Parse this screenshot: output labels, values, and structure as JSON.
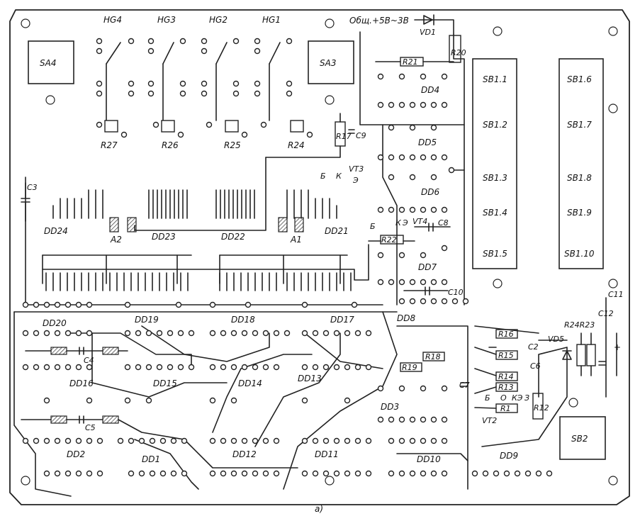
{
  "figure": {
    "caption": "а)",
    "power_label": "Общ.+5В~3В",
    "switch_labels": [
      "SA4",
      "SA3",
      "SB2"
    ],
    "button_labels": [
      "SB1.1",
      "SB1.2",
      "SB1.3",
      "SB1.4",
      "SB1.5",
      "SB1.6",
      "SB1.7",
      "SB1.8",
      "SB1.9",
      "SB1.10"
    ],
    "indicator_labels": [
      "HG4",
      "HG3",
      "HG2",
      "HG1"
    ],
    "chip_labels": [
      {
        "text": "DD1"
      },
      {
        "text": "DD2"
      },
      {
        "text": "DD3"
      },
      {
        "text": "DD4"
      },
      {
        "text": "DD5"
      },
      {
        "text": "DD6"
      },
      {
        "text": "DD7"
      },
      {
        "text": "DD8"
      },
      {
        "text": "DD9"
      },
      {
        "text": "DD10"
      },
      {
        "text": "DD11"
      },
      {
        "text": "DD12"
      },
      {
        "text": "DD13"
      },
      {
        "text": "DD14"
      },
      {
        "text": "DD15"
      },
      {
        "text": "DD16"
      },
      {
        "text": "DD17"
      },
      {
        "text": "DD18"
      },
      {
        "text": "DD19"
      },
      {
        "text": "DD20"
      },
      {
        "text": "DD21"
      },
      {
        "text": "DD22"
      },
      {
        "text": "DD23"
      },
      {
        "text": "DD24"
      }
    ],
    "component_labels": [
      {
        "text": "R27"
      },
      {
        "text": "R26"
      },
      {
        "text": "R25"
      },
      {
        "text": "R24"
      },
      {
        "text": "R21"
      },
      {
        "text": "R22"
      },
      {
        "text": "R18"
      },
      {
        "text": "R19"
      },
      {
        "text": "R16"
      },
      {
        "text": "R15"
      },
      {
        "text": "R14"
      },
      {
        "text": "R13"
      },
      {
        "text": "R1"
      },
      {
        "text": "R24R23"
      },
      {
        "text": "C2"
      },
      {
        "text": "C3"
      },
      {
        "text": "C4"
      },
      {
        "text": "C5"
      },
      {
        "text": "C6"
      },
      {
        "text": "C7"
      },
      {
        "text": "C8"
      },
      {
        "text": "C9"
      },
      {
        "text": "C10"
      },
      {
        "text": "C11"
      },
      {
        "text": "C12"
      },
      {
        "text": "VD1"
      },
      {
        "text": "VD5"
      },
      {
        "text": "VT2"
      },
      {
        "text": "VT3"
      },
      {
        "text": "VT4"
      },
      {
        "text": "A1"
      },
      {
        "text": "A2"
      }
    ],
    "transistor_pins": [
      "Б",
      "К",
      "Э",
      "Б",
      "К",
      "Э",
      "Б",
      "О",
      "КЭ",
      "З"
    ],
    "res_vertical_labels": [
      "R17",
      "R20",
      "R12"
    ],
    "polarity": "+"
  }
}
